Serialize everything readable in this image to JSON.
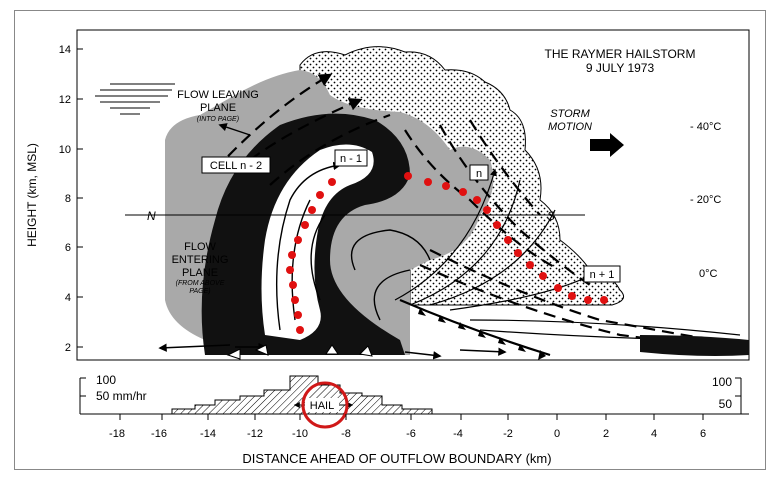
{
  "title": {
    "line1": "THE RAYMER HAILSTORM",
    "line2": "9 JULY 1973"
  },
  "y_axis": {
    "label": "HEIGHT (km, MSL)",
    "ticks": [
      "14",
      "12",
      "10",
      "8",
      "6",
      "4",
      "2"
    ]
  },
  "x_axis": {
    "label": "DISTANCE AHEAD OF OUTFLOW BOUNDARY (km)",
    "ticks": [
      "-18",
      "-16",
      "-14",
      "-12",
      "-10",
      "-8",
      "-6",
      "-4",
      "-2",
      "0",
      "2",
      "4",
      "6"
    ]
  },
  "temperature_labels": [
    "- 40°C",
    "- 20°C",
    "0°C"
  ],
  "annotations": {
    "flow_leaving_1": "FLOW LEAVING",
    "flow_leaving_2": "PLANE",
    "flow_leaving_3": "(INTO PAGE)",
    "flow_entering_1": "FLOW",
    "flow_entering_2": "ENTERING",
    "flow_entering_3": "PLANE",
    "flow_entering_4": "(FROM ABOVE",
    "flow_entering_5": "PAGE)",
    "storm_motion_1": "STORM",
    "storm_motion_2": "MOTION",
    "north": "N",
    "south": "S"
  },
  "cells": {
    "cell_n2": "CELL n - 2",
    "cell_n1": "n - 1",
    "cell_n": "n",
    "cell_n_plus_1": "n + 1"
  },
  "rainfall": {
    "left_ticks": [
      "100",
      "50 mm/hr"
    ],
    "right_ticks": [
      "100",
      "50"
    ],
    "hail_label": "HAIL"
  },
  "colors": {
    "updraft_black": "#111111",
    "cloud_gray": "#a9a9a9",
    "hail_dots": "#e01010",
    "highlight_circle": "#d01818"
  }
}
